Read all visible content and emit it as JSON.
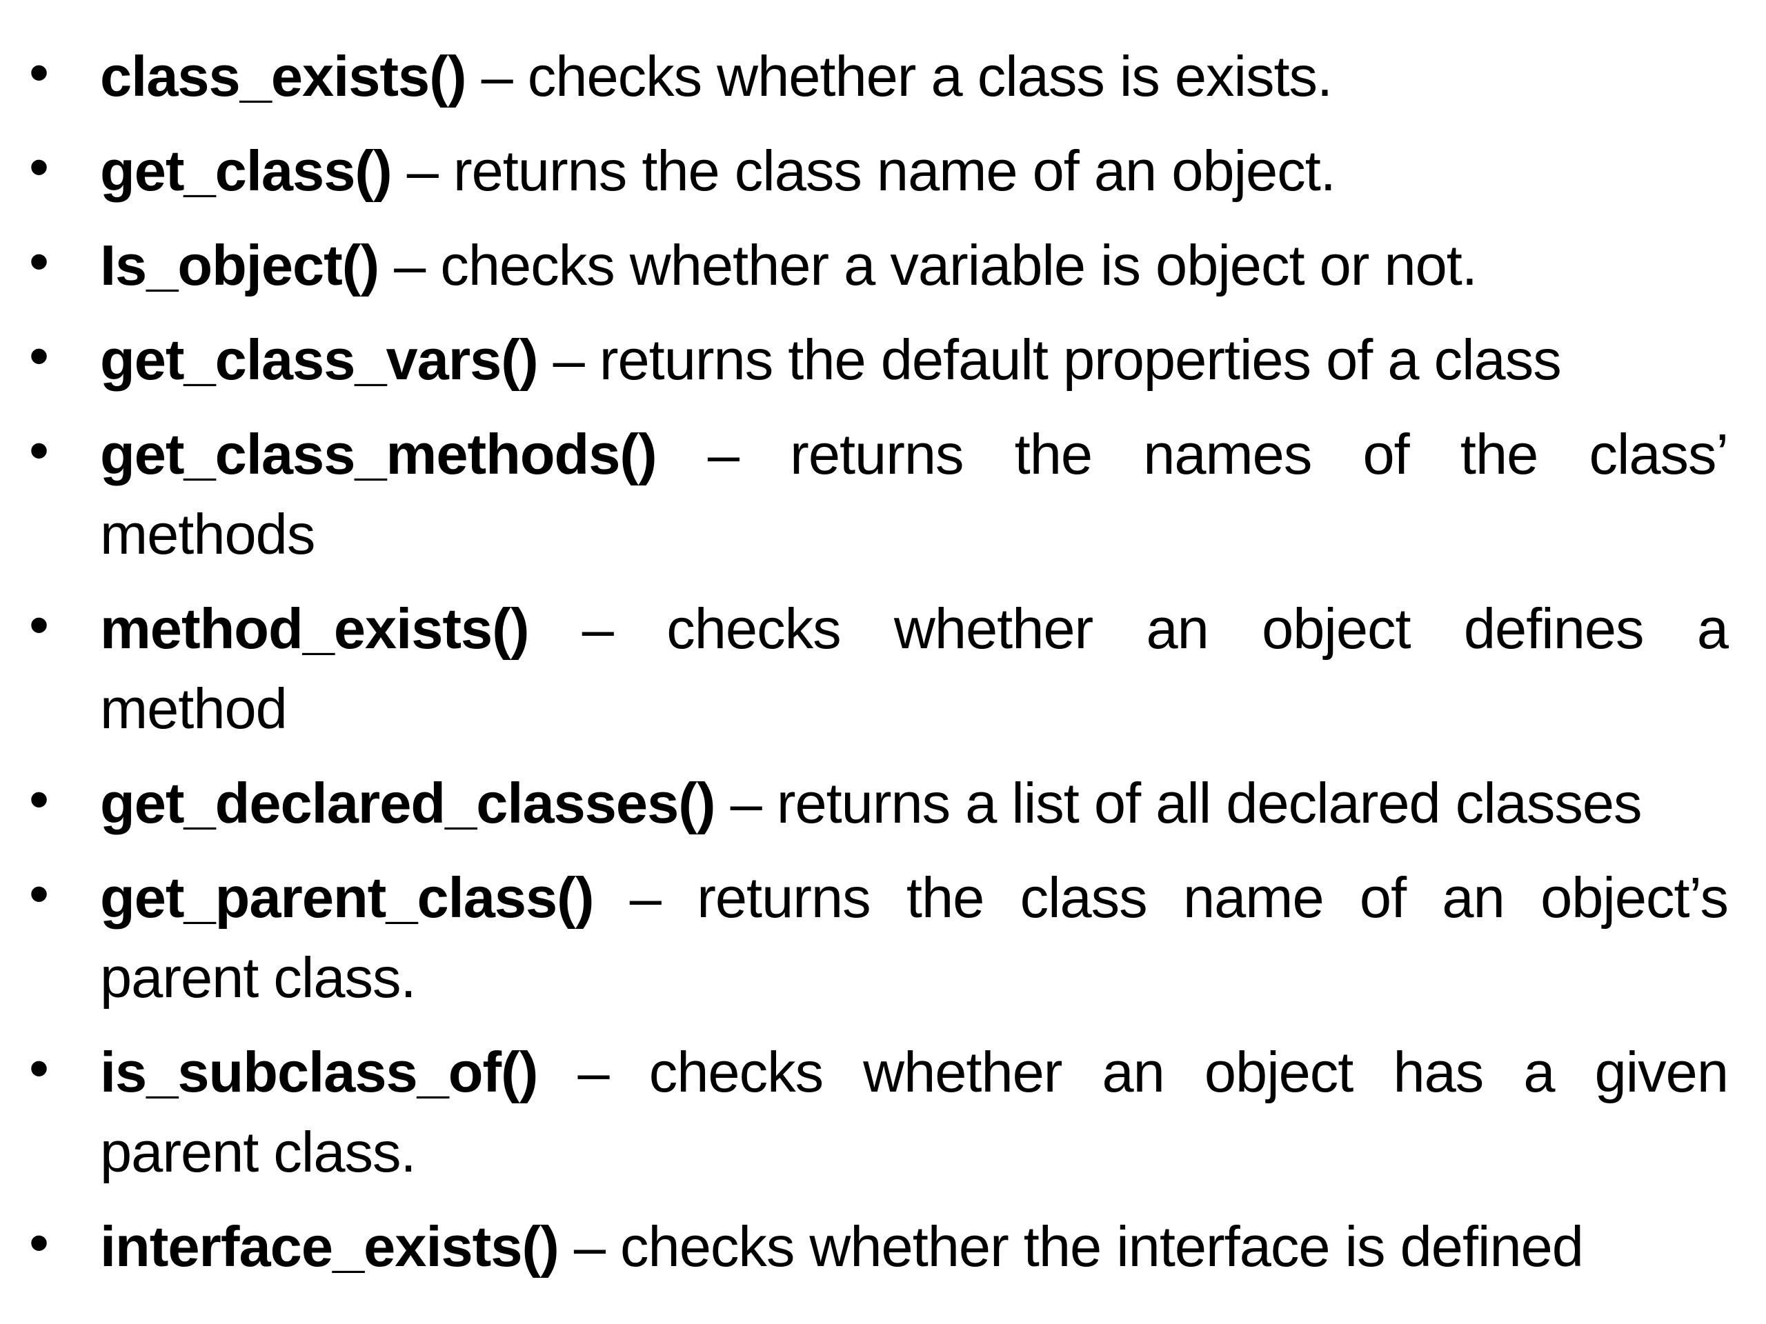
{
  "slide": {
    "background": "#ffffff",
    "text_color": "#000000",
    "bullet_char": "•",
    "items": [
      {
        "name": "class_exists()",
        "desc": "– checks whether a class is exists.",
        "wrap": ""
      },
      {
        "name": "get_class()",
        "desc": "– returns the class name of an object.",
        "wrap": ""
      },
      {
        "name": "Is_object()",
        "desc": "– checks whether a variable is object or not.",
        "wrap": ""
      },
      {
        "name": "get_class_vars()",
        "desc": "– returns the default properties of a class",
        "wrap": ""
      },
      {
        "name": "get_class_methods()",
        "desc": "– returns the names of the class’",
        "wrap": "methods"
      },
      {
        "name": "method_exists()",
        "desc": "– checks whether an object defines a",
        "wrap": "method"
      },
      {
        "name": "get_declared_classes()",
        "desc": "– returns a list of all declared classes",
        "wrap": ""
      },
      {
        "name": "get_parent_class()",
        "desc": "– returns the class name of an object’s",
        "wrap": "parent class."
      },
      {
        "name": "is_subclass_of()",
        "desc": "– checks whether an object has a given",
        "wrap": "parent class."
      },
      {
        "name": "interface_exists()",
        "desc": "– checks whether the interface is defined",
        "wrap": ""
      }
    ]
  }
}
